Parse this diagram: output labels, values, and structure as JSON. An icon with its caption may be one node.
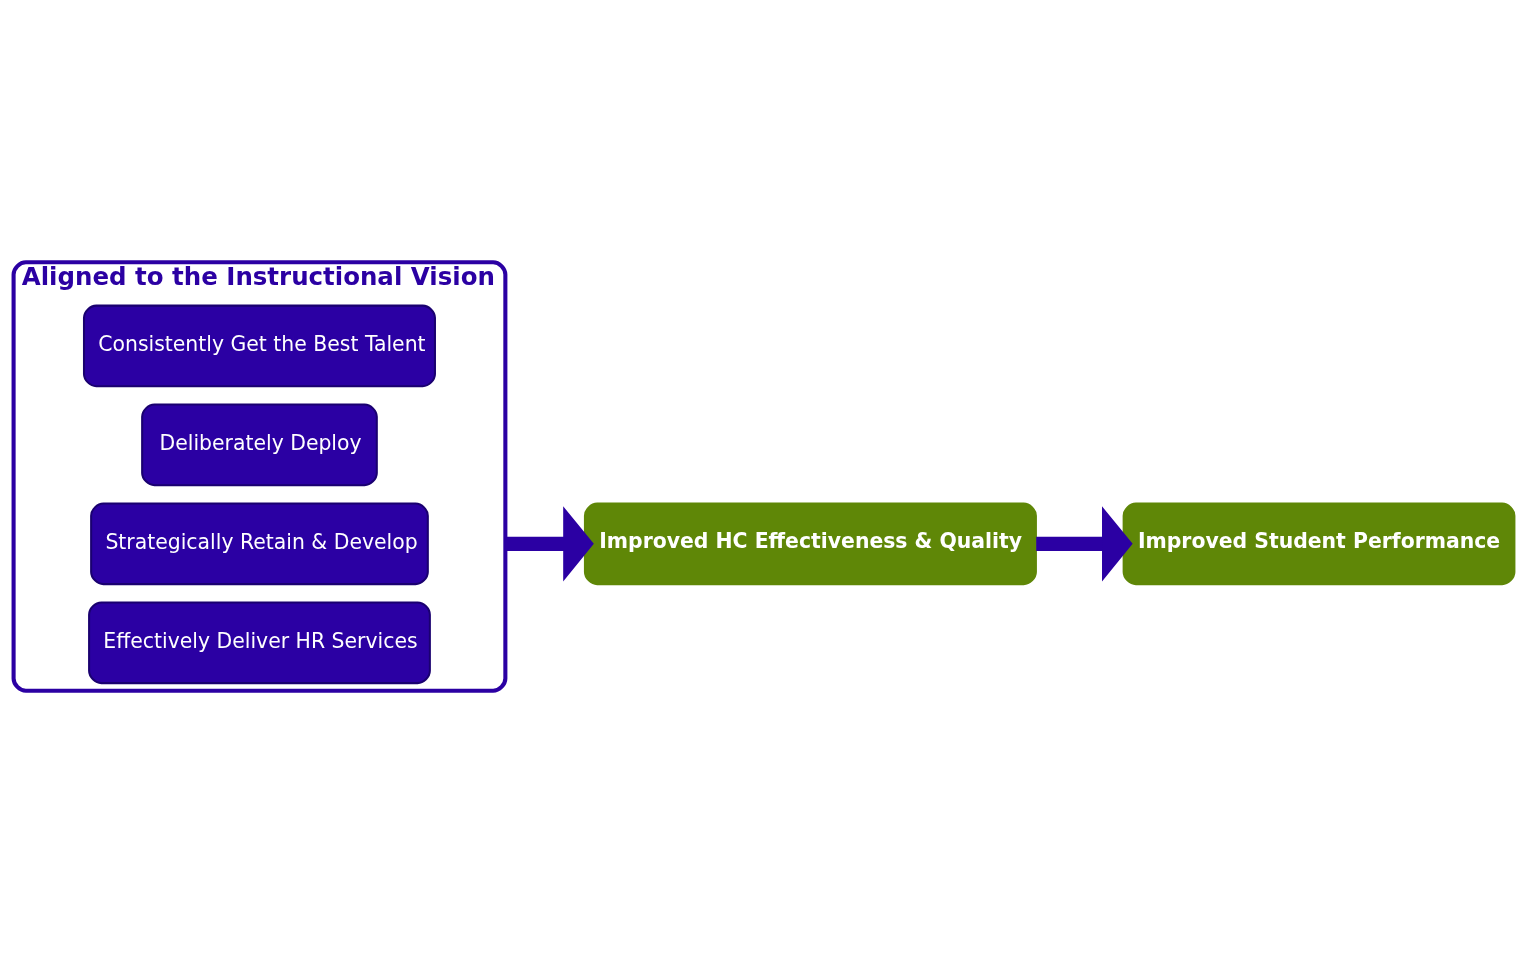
{
  "diagram": {
    "nodes": [
      {
        "text": [
          "Aligned to the Instructional Vision"
        ]
      },
      {
        "text": [
          "Consistently Get the Best Talent"
        ],
        "in": 0
      },
      {
        "text": [
          "Deliberately Deploy"
        ],
        "in": 0
      },
      {
        "text": [
          "Strategically Retain & Develop"
        ],
        "in": 0
      },
      {
        "text": [
          "Effectively Deliver HR Services"
        ],
        "in": 0
      },
      {
        "text": [
          "Improved HC Effectiveness & Quality"
        ]
      },
      {
        "text": [
          "Improved Student Performance"
        ]
      }
    ],
    "edges": [
      {
        "from": 0,
        "to": 5,
        "arrow": "to"
      },
      {
        "from": 5,
        "to": 6,
        "arrow": "to"
      }
    ]
  }
}
